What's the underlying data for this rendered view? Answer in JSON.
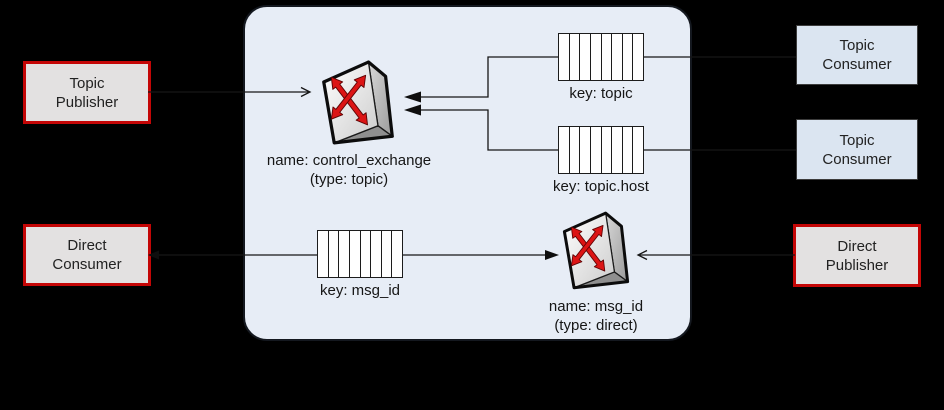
{
  "colors": {
    "background": "#000000",
    "broker_fill": "#e7edf6",
    "publisher_consumer_border": "#c40606",
    "publisher_consumer_fill": "#e3e1e1",
    "topic_consumer_fill": "#dbe5f1",
    "queue_fill": "#ffffff",
    "exchange_arrow_red": "#dc1414"
  },
  "external_nodes": {
    "topic_publisher": {
      "lines": [
        "Topic",
        "Publisher"
      ]
    },
    "topic_consumer_1": {
      "lines": [
        "Topic",
        "Consumer"
      ]
    },
    "topic_consumer_2": {
      "lines": [
        "Topic",
        "Consumer"
      ]
    },
    "direct_consumer": {
      "lines": [
        "Direct",
        "Consumer"
      ]
    },
    "direct_publisher": {
      "lines": [
        "Direct",
        "Publisher"
      ]
    }
  },
  "broker": {
    "exchanges": {
      "control_exchange": {
        "name_label": "name: control_exchange",
        "type_label": "(type: topic)"
      },
      "direct_exchange": {
        "name_label": "name: msg_id",
        "type_label": "(type: direct)"
      }
    },
    "queues": {
      "topic": {
        "label": "key: topic",
        "cells": 8
      },
      "topic_host": {
        "label": "key: topic.host",
        "cells": 8
      },
      "msg_id": {
        "label": "key: msg_id",
        "cells": 8
      }
    }
  }
}
